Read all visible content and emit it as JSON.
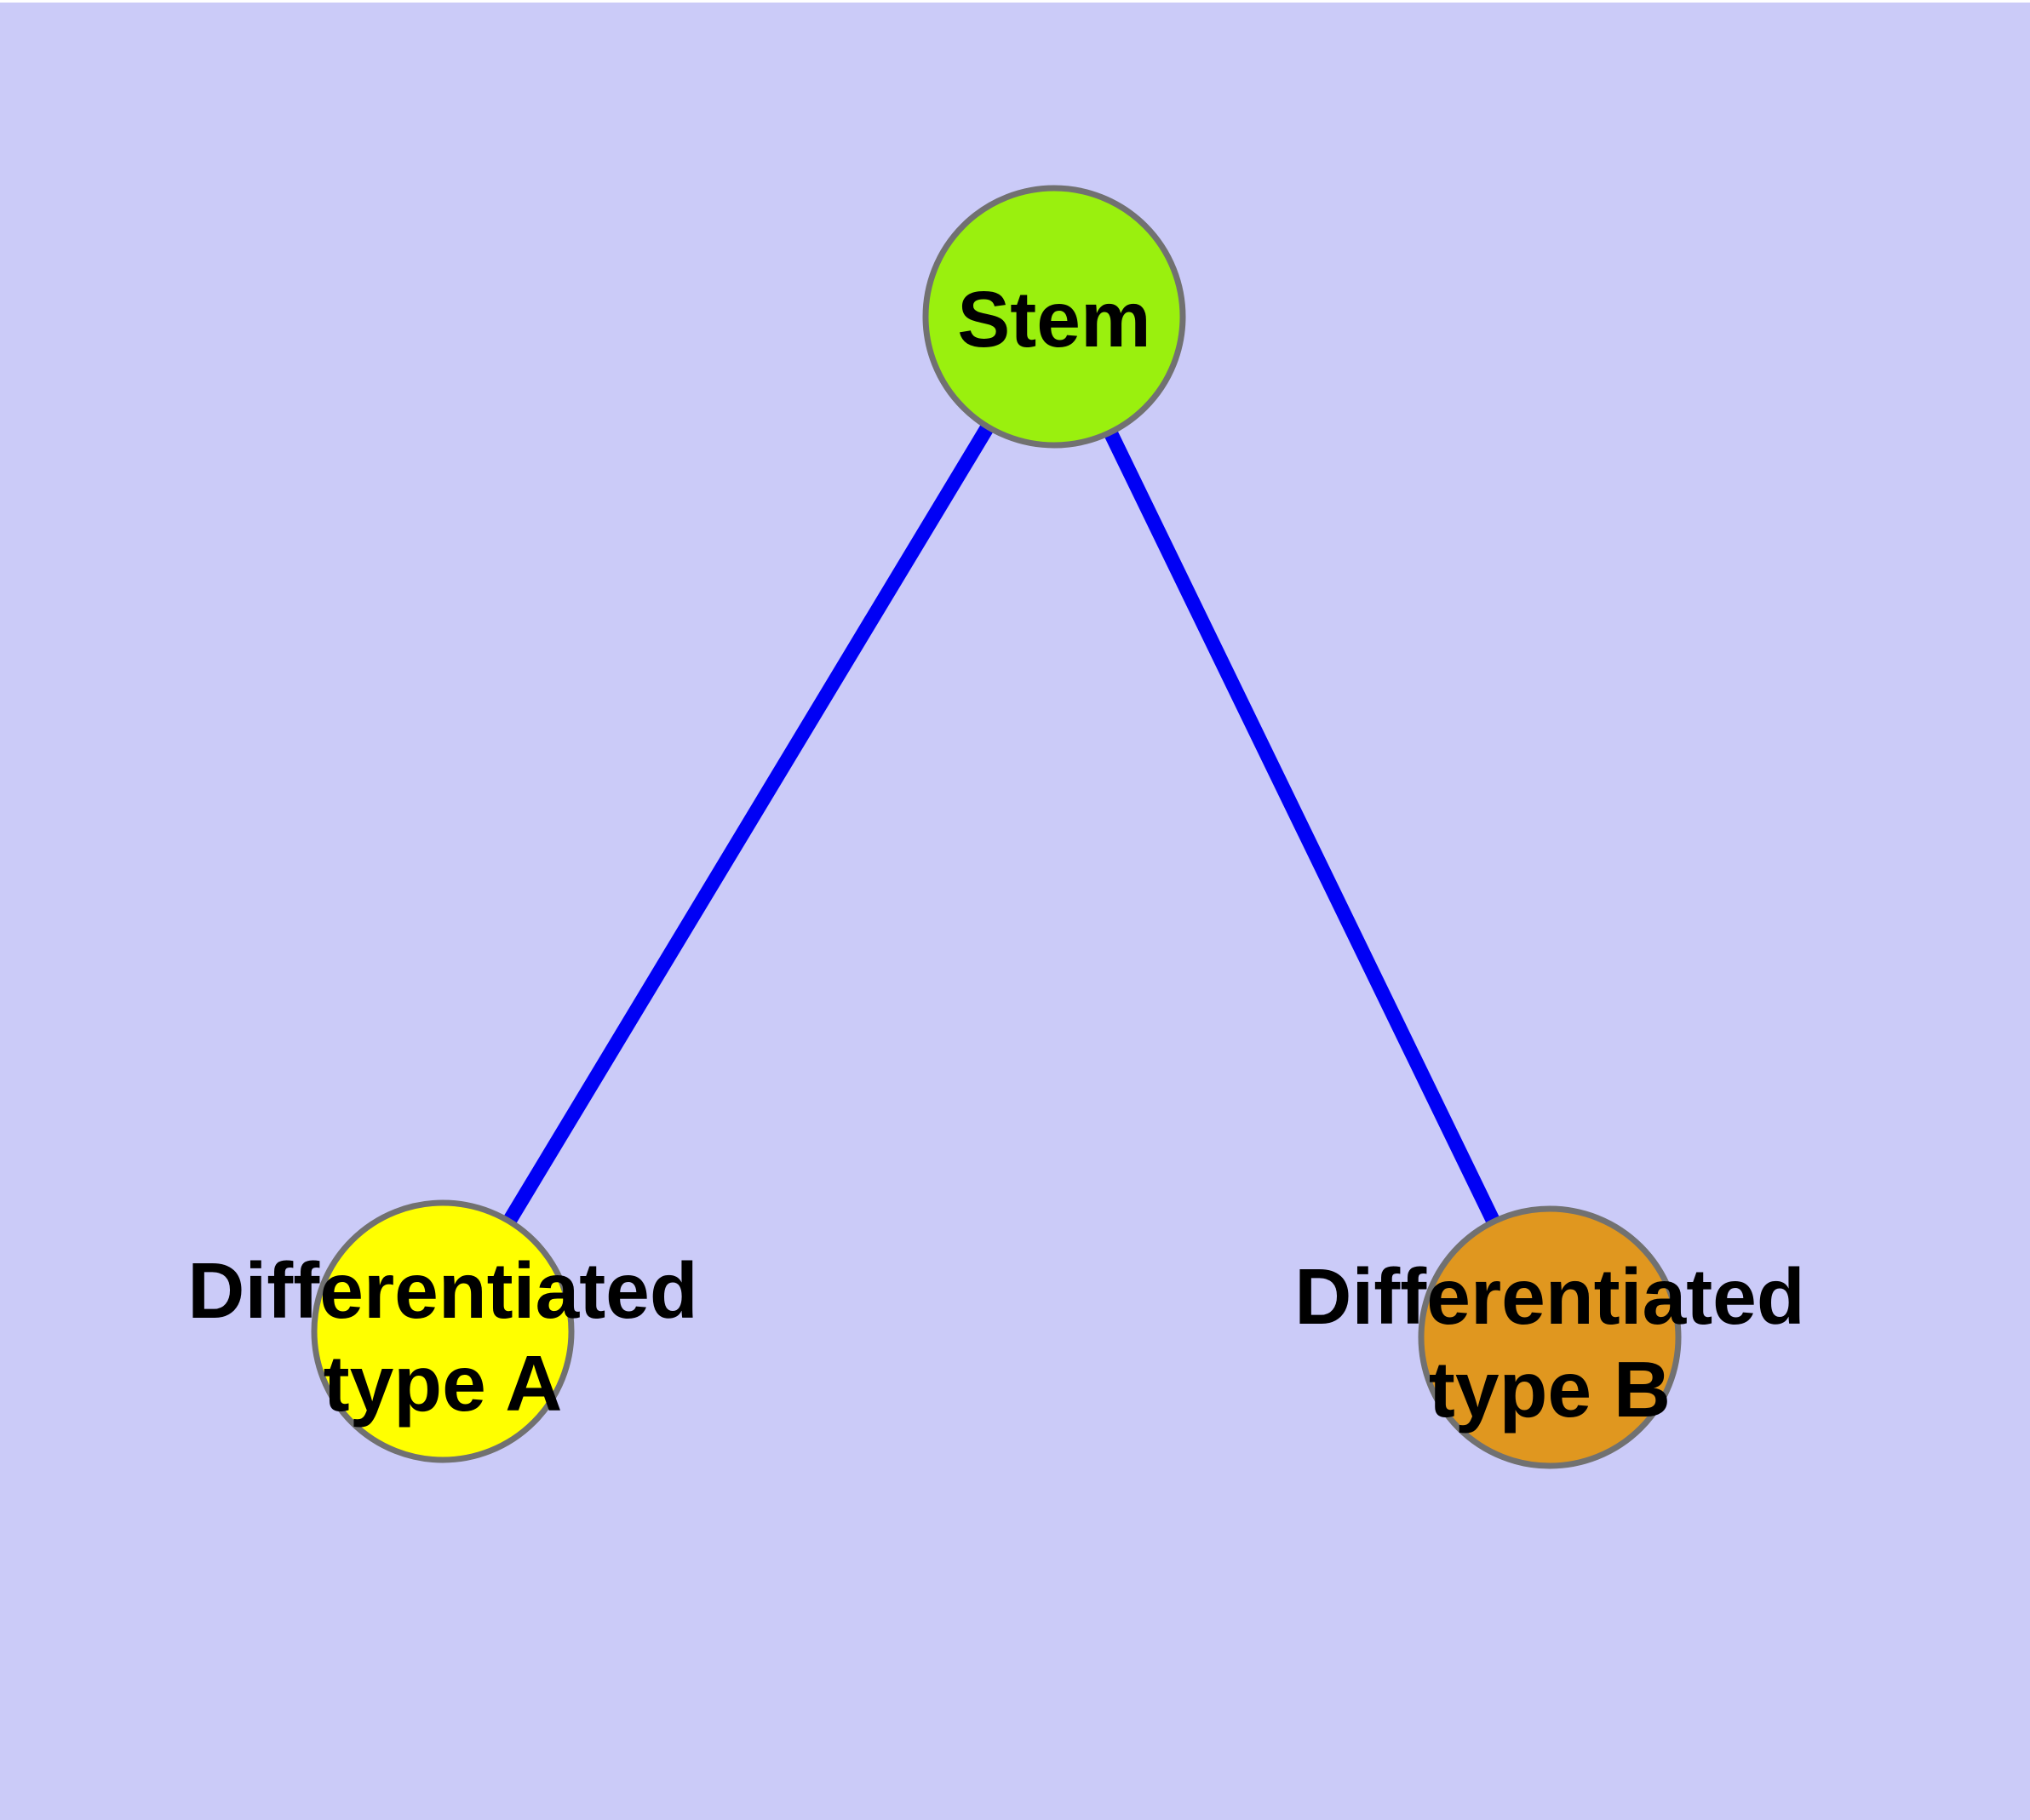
{
  "colors": {
    "background": "#cbcbf8",
    "top_strip": "#ffffff",
    "edge": "#0000f5",
    "node_border": "#717171",
    "label_text": "#000000",
    "node_stem_fill": "#9af00e",
    "node_type_a_fill": "#ffff00",
    "node_type_b_fill": "#e0971f"
  },
  "diagram": {
    "type": "node-link-graph",
    "nodes": [
      {
        "id": "stem",
        "label": "Stem",
        "label_lines": [
          "Stem"
        ],
        "fill": "#9af00e"
      },
      {
        "id": "type-a",
        "label": "Differentiated type A",
        "label_lines": [
          "Differentiated",
          "type A"
        ],
        "fill": "#ffff00"
      },
      {
        "id": "type-b",
        "label": "Differentiated type B",
        "label_lines": [
          "Differentiated",
          "type B"
        ],
        "fill": "#e0971f"
      }
    ],
    "edges": [
      {
        "from": "stem",
        "to": "type-a"
      },
      {
        "from": "stem",
        "to": "type-b"
      }
    ]
  }
}
